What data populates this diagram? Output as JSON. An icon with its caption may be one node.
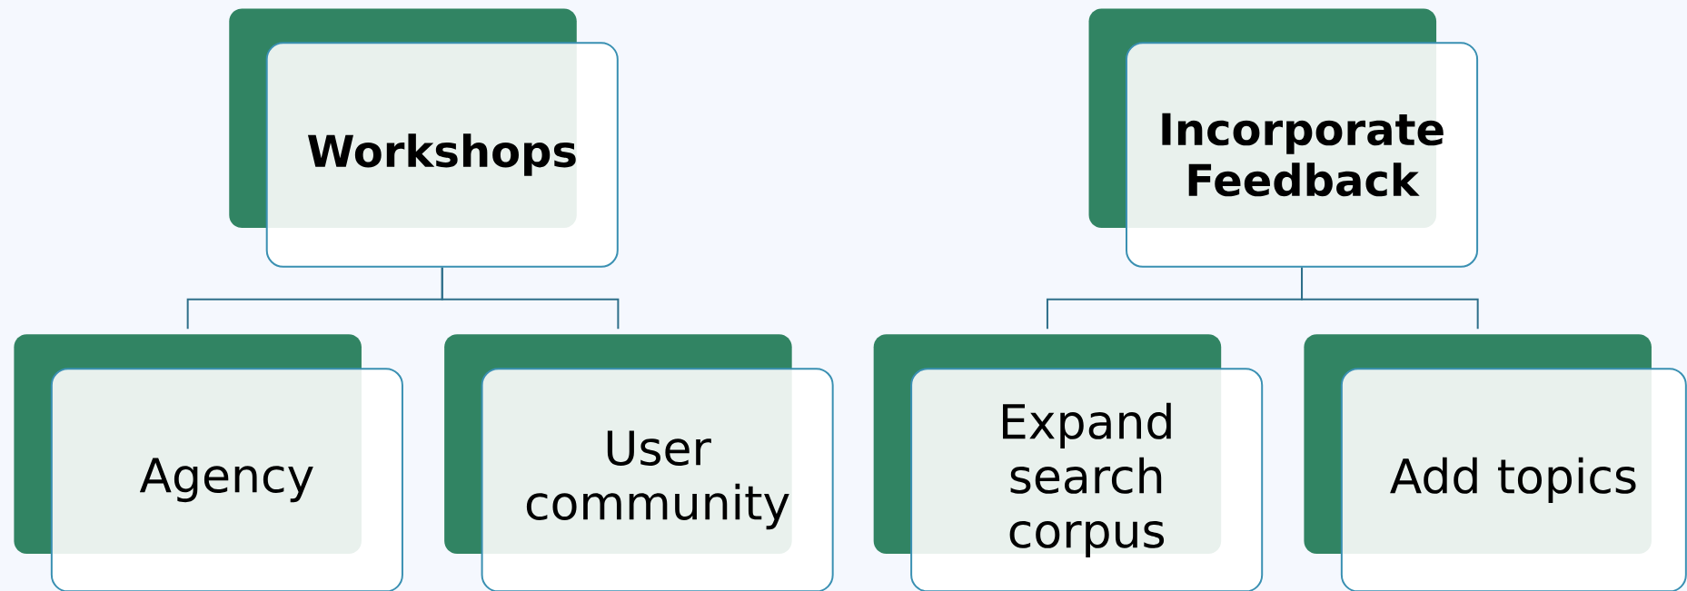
{
  "diagram": {
    "nodes": [
      {
        "text": [
          "Workshops"
        ]
      },
      {
        "text": [
          "Agency"
        ]
      },
      {
        "text": [
          "User community"
        ]
      },
      {
        "text": [
          "Incorporate Feedback"
        ]
      },
      {
        "text": [
          "Expand search corpus"
        ]
      },
      {
        "text": [
          "Add topics"
        ]
      }
    ],
    "edges": [
      {
        "from": 0,
        "to": 1,
        "arrow": "none"
      },
      {
        "from": 0,
        "to": 2,
        "arrow": "none"
      },
      {
        "from": 3,
        "to": 4,
        "arrow": "none"
      },
      {
        "from": 3,
        "to": 5,
        "arrow": "none"
      }
    ]
  }
}
